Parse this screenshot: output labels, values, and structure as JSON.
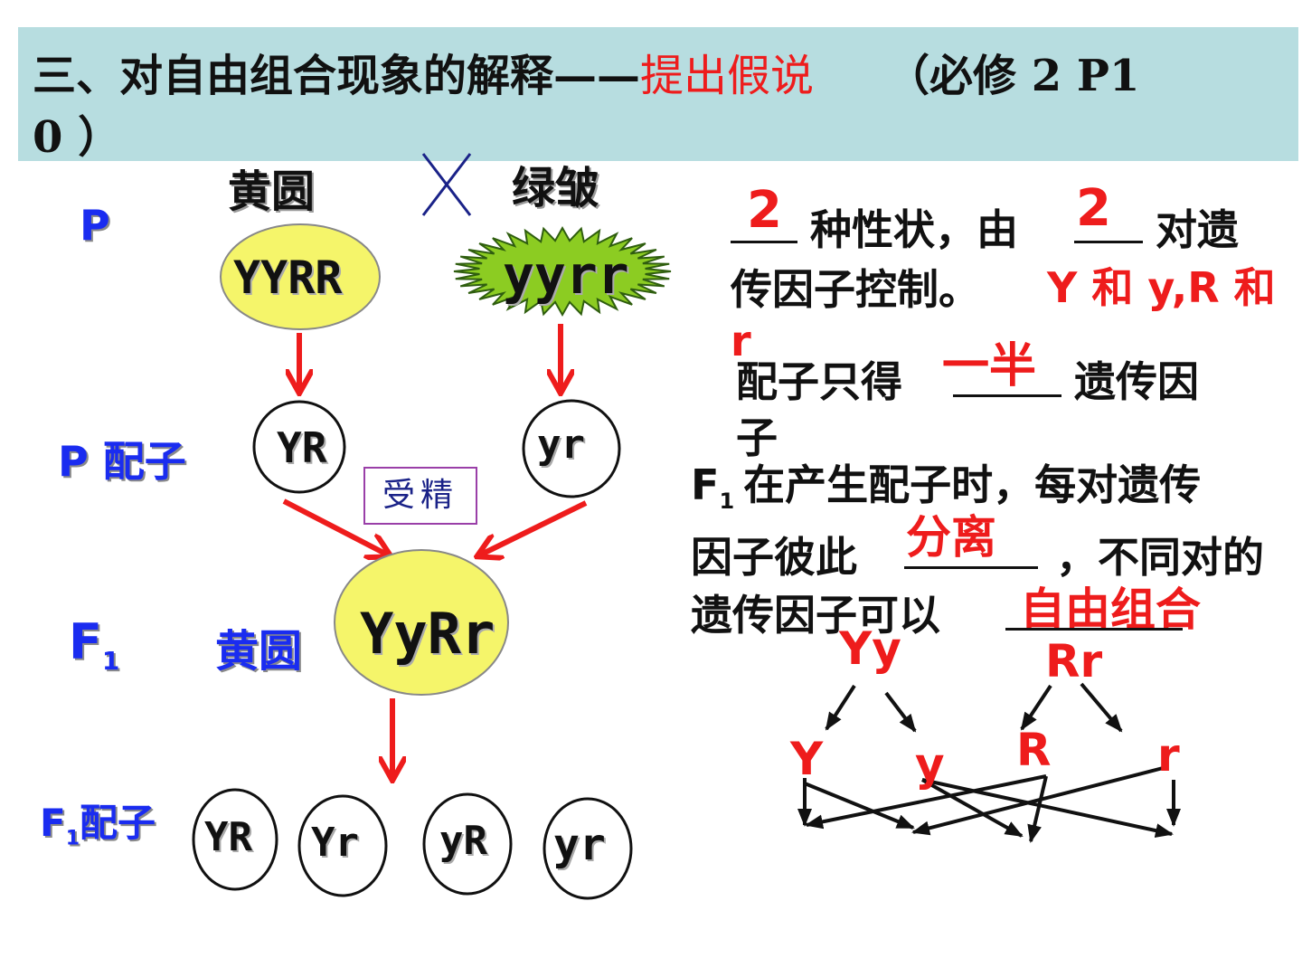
{
  "title": {
    "prefix": "三、对自由组合现象的解释——",
    "highlight": "提出假说",
    "ref_a": "（必修 2 P1",
    "ref_b": "0 ）"
  },
  "cross": {
    "row_labels": {
      "p": "P",
      "p_gametes": "P 配子",
      "f1_main": "F",
      "f1_sub": "1",
      "f1_gametes_main": "F",
      "f1_gametes_sub": "1",
      "f1_gametes_rest": "配子"
    },
    "parent1": {
      "phenotype": "黄圆",
      "genotype": "YYRR"
    },
    "parent2": {
      "phenotype": "绿皱",
      "genotype": "yyrr"
    },
    "cross_symbol": "×",
    "p_gametes": [
      "YR",
      "yr"
    ],
    "fertilization": "受精",
    "f1": {
      "phenotype": "黄圆",
      "genotype": "YyRr"
    },
    "f1_gametes": [
      "YR",
      "Yr",
      "yR",
      "yr"
    ]
  },
  "explanation": {
    "line1_answer_a": "2",
    "line1_text_a": "种性状，由",
    "line1_answer_b": "2",
    "line1_text_b": "对遗",
    "line2_text": "传因子控制。",
    "line2_answer": "Y 和 y,R 和",
    "line3_answer": "r",
    "line4_text_a": "配子只得",
    "line4_answer": "一半",
    "line4_text_b": "遗传因",
    "line5_text": "子",
    "line6_main": "F",
    "line6_sub": "1",
    "line6_text": "在产生配子时，每对遗传",
    "line7_text_a": "因子彼此",
    "line7_answer": "分离",
    "line7_text_b": "，不同对的",
    "line8_text": "遗传因子可以",
    "line8_answer": "自由组合"
  },
  "gene_diagram": {
    "pair1": "Yy",
    "pair2": "Rr",
    "alleles": [
      "Y",
      "y",
      "R",
      "r"
    ]
  },
  "colors": {
    "title_bg": "#b7dde0",
    "answer_red": "#ee1c1c",
    "label_blue": "#1a2cf0",
    "yellow_fill": "#f5f56a",
    "green_fill": "#8ccc22"
  }
}
